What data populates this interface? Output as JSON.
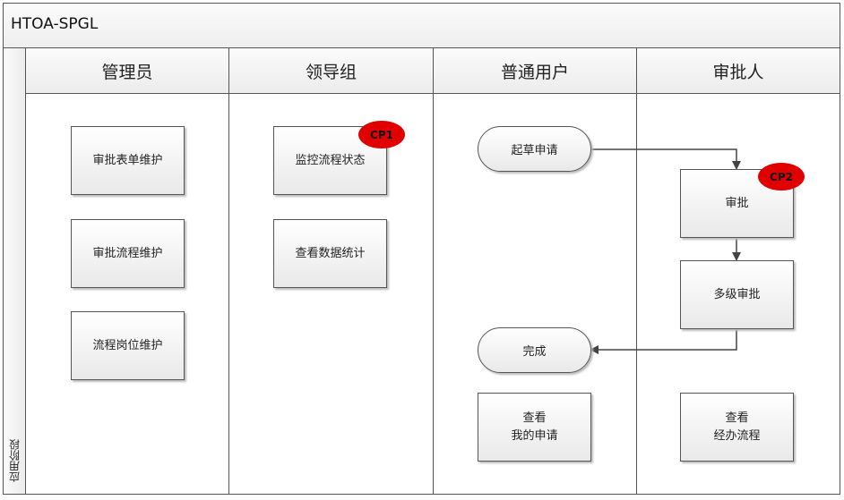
{
  "title": "HTOA-SPGL",
  "phase_label": "应用阶段",
  "lanes": [
    {
      "label": "管理员",
      "nodes": [
        "审批表单维护",
        "审批流程维护",
        "流程岗位维护"
      ]
    },
    {
      "label": "领导组",
      "nodes": [
        "监控流程状态",
        "查看数据统计"
      ],
      "badge": "CP1"
    },
    {
      "label": "普通用户",
      "nodes": [
        "起草申请",
        "完成",
        "查看\n我的申请"
      ]
    },
    {
      "label": "审批人",
      "nodes": [
        "审批",
        "多级审批",
        "查看\n经办流程"
      ],
      "badge": "CP2"
    }
  ],
  "colors": {
    "badge": "#e00000",
    "line": "#444444"
  }
}
